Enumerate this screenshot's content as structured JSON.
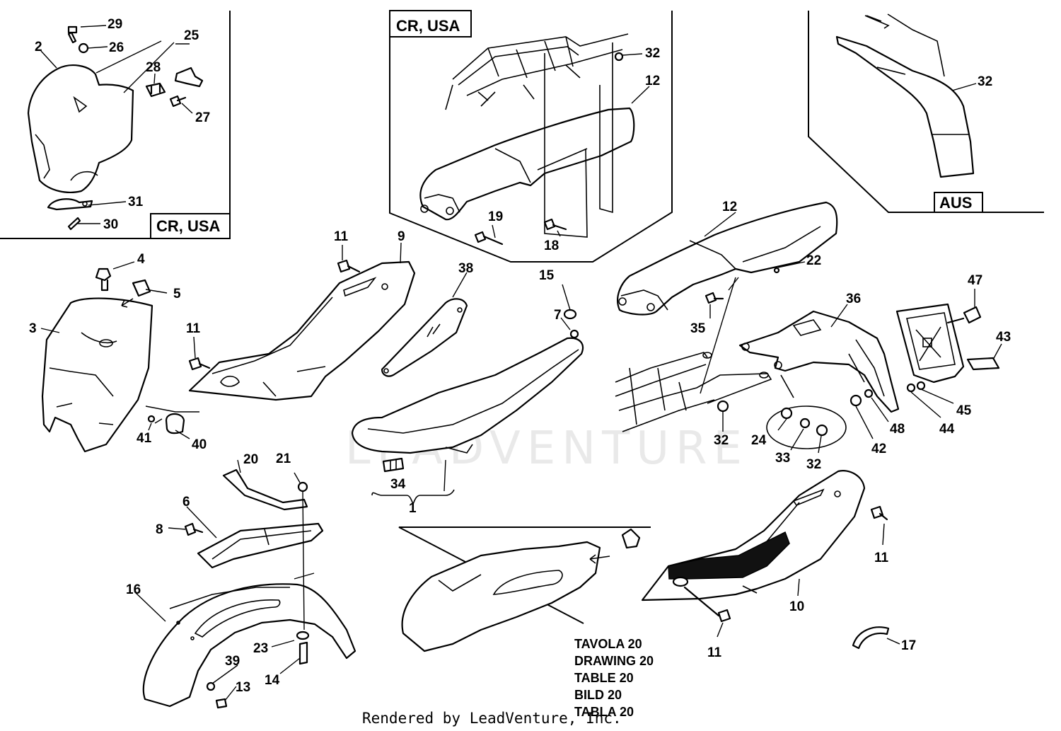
{
  "watermark": "LEADVENTURE",
  "footer": "Rendered by LeadVenture, Inc.",
  "region_labels": {
    "headlight_inset": "CR, USA",
    "tail_inset": "CR, USA",
    "fender_inset": "AUS"
  },
  "table_reference": [
    "TAVOLA 20",
    "DRAWING 20",
    "TABLE 20",
    "BILD 20",
    "TABLA 20"
  ],
  "callouts": {
    "c1": "1",
    "c2": "2",
    "c3": "3",
    "c4": "4",
    "c5": "5",
    "c6": "6",
    "c7": "7",
    "c8": "8",
    "c9": "9",
    "c10": "10",
    "c11a": "11",
    "c11b": "11",
    "c11c": "11",
    "c11d": "11",
    "c12a": "12",
    "c12b": "12",
    "c13": "13",
    "c14": "14",
    "c15": "15",
    "c16": "16",
    "c17": "17",
    "c18": "18",
    "c19": "19",
    "c20": "20",
    "c21": "21",
    "c22": "22",
    "c23": "23",
    "c24": "24",
    "c25": "25",
    "c26": "26",
    "c27": "27",
    "c28": "28",
    "c29": "29",
    "c30": "30",
    "c31": "31",
    "c32a": "32",
    "c32b": "32",
    "c32c": "32",
    "c32d": "32",
    "c33": "33",
    "c34": "34",
    "c35": "35",
    "c36": "36",
    "c38": "38",
    "c39": "39",
    "c40": "40",
    "c41": "41",
    "c42": "42",
    "c43": "43",
    "c44": "44",
    "c45": "45",
    "c47": "47",
    "c48": "48"
  }
}
